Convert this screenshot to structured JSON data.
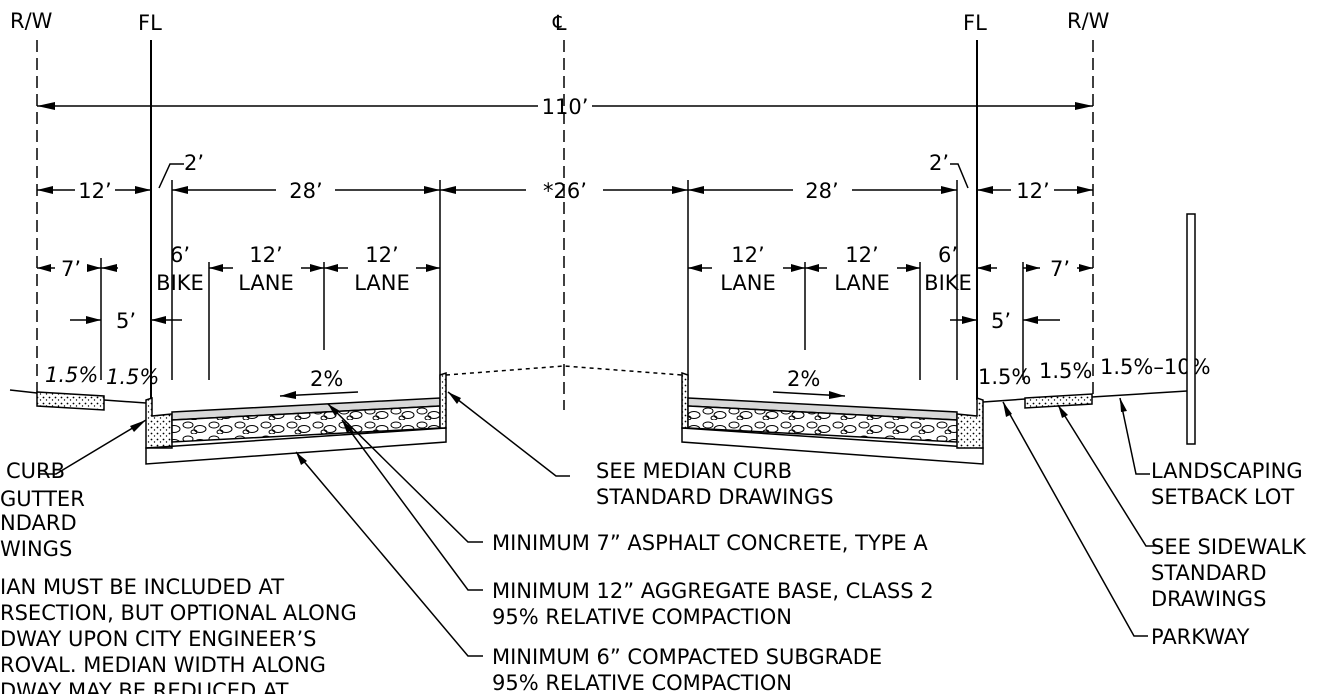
{
  "refs": {
    "rw_left": "R/W",
    "fl_left": "FL",
    "centerline": "℄",
    "fl_right": "FL",
    "rw_right": "R/W"
  },
  "dims": {
    "total": "110’",
    "left_park": "12’",
    "left_gutter": "2’",
    "left_road": "28’",
    "median": "*26’",
    "right_road": "28’",
    "right_gutter": "2’",
    "right_park": "12’",
    "left_walk": "7’",
    "left_strip": "5’",
    "right_walk": "7’",
    "right_strip": "5’"
  },
  "lanes": {
    "l_bike_num": "6’",
    "l_bike": "BIKE",
    "l_lane1_num": "12’",
    "l_lane1": "LANE",
    "l_lane2_num": "12’",
    "l_lane2": "LANE",
    "r_lane1_num": "12’",
    "r_lane1": "LANE",
    "r_lane2_num": "12’",
    "r_lane2": "LANE",
    "r_bike_num": "6’",
    "r_bike": "BIKE"
  },
  "slopes": {
    "l_walk": "1.5%",
    "l_park": "1.5%",
    "l_road": "2%",
    "r_road": "2%",
    "r_park": "1.5%",
    "r_walk": "1.5%",
    "r_lot": "1.5%–10%"
  },
  "callouts": {
    "curb_1": "CURB",
    "curb_2": "GUTTER",
    "curb_3": "NDARD",
    "curb_4": "WINGS",
    "median_curb_1": "SEE MEDIAN CURB",
    "median_curb_2": "STANDARD DRAWINGS",
    "asphalt": "MINIMUM 7” ASPHALT CONCRETE, TYPE A",
    "base_1": "MINIMUM 12” AGGREGATE BASE, CLASS 2",
    "base_2": "95% RELATIVE COMPACTION",
    "subgrade_1": "MINIMUM 6” COMPACTED SUBGRADE",
    "subgrade_2": "95% RELATIVE COMPACTION",
    "landscape_1": "LANDSCAPING",
    "landscape_2": "SETBACK LOT",
    "sidewalk_1": "SEE SIDEWALK",
    "sidewalk_2": "STANDARD",
    "sidewalk_3": "DRAWINGS",
    "parkway": "PARKWAY"
  },
  "note": {
    "line1": "IAN MUST BE INCLUDED AT",
    "line2": "RSECTION, BUT OPTIONAL ALONG",
    "line3": "DWAY UPON CITY ENGINEER’S",
    "line4": "ROVAL. MEDIAN WIDTH ALONG",
    "line5": "DWAY MAY BE REDUCED AT"
  }
}
